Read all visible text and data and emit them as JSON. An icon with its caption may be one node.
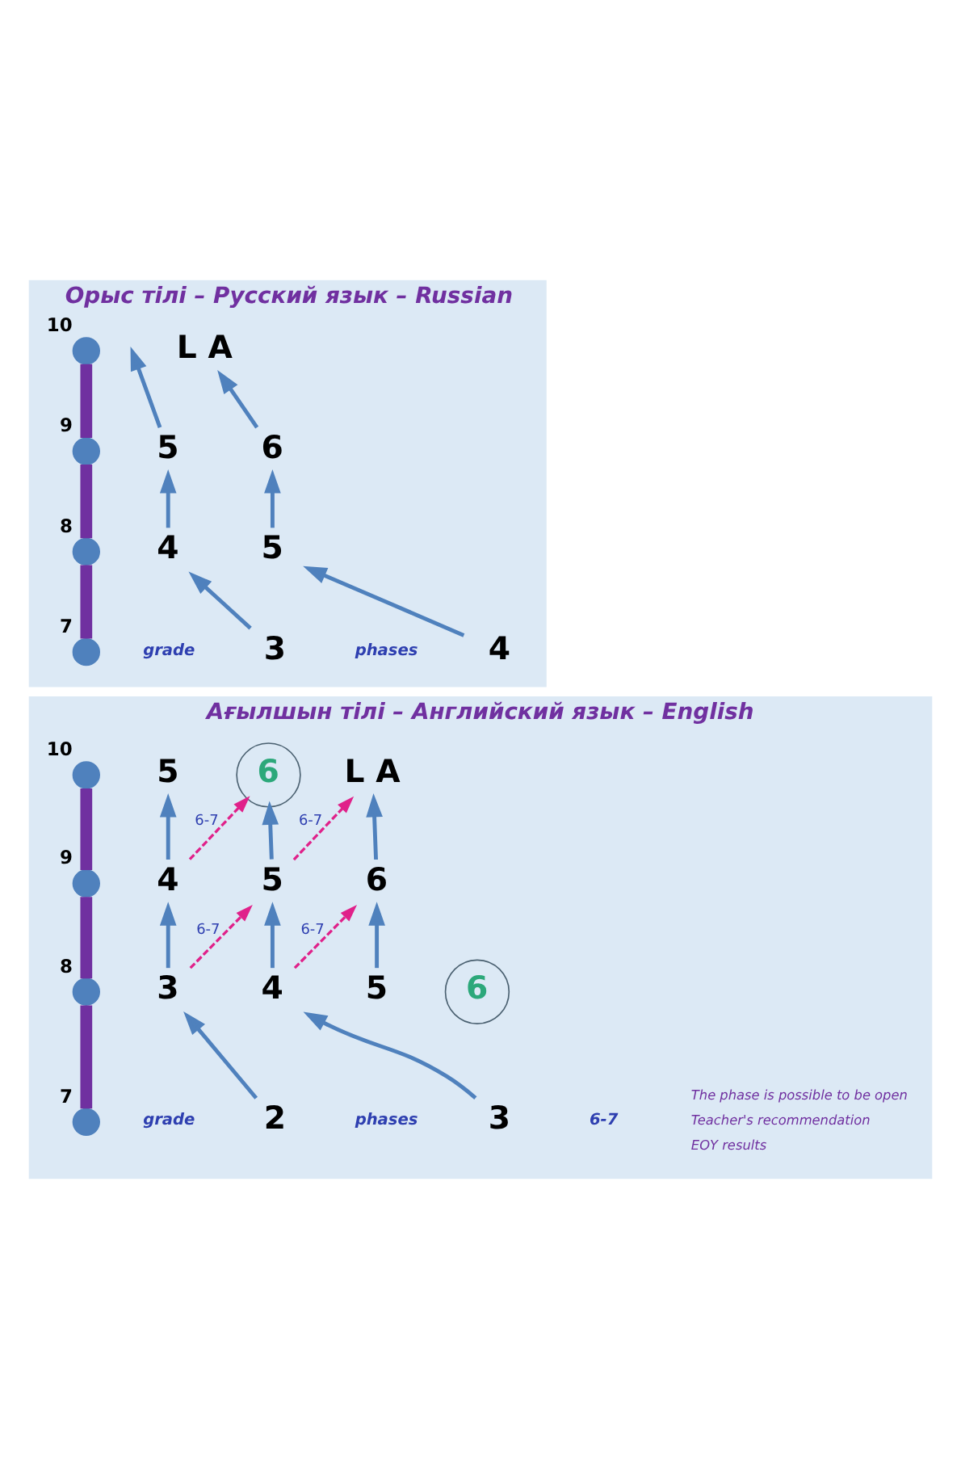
{
  "diagram": {
    "nodes": [
      {
        "text": [
          "Орыс тілі – Русский язык – Russian"
        ]
      },
      {
        "text": [],
        "shape": "circle",
        "beside": [
          "10"
        ],
        "in": 0
      },
      {
        "text": [],
        "shape": "circle",
        "beside": [
          "9"
        ],
        "in": 0
      },
      {
        "text": [],
        "shape": "circle",
        "beside": [
          "8"
        ],
        "in": 0
      },
      {
        "text": [],
        "shape": "circle",
        "beside": [
          "7"
        ],
        "in": 0
      },
      {
        "text": [
          "L A"
        ],
        "in": 0
      },
      {
        "text": [
          "5"
        ],
        "in": 0
      },
      {
        "text": [
          "6"
        ],
        "in": 0
      },
      {
        "text": [
          "4"
        ],
        "in": 0
      },
      {
        "text": [
          "5"
        ],
        "in": 0
      },
      {
        "text": [
          "3"
        ],
        "in": 0
      },
      {
        "text": [
          "4"
        ],
        "in": 0
      },
      {
        "text": [
          "Ағылшын тілі – Английский язык – English"
        ]
      },
      {
        "text": [],
        "shape": "circle",
        "beside": [
          "10"
        ],
        "in": 12
      },
      {
        "text": [],
        "shape": "circle",
        "beside": [
          "9"
        ],
        "in": 12
      },
      {
        "text": [],
        "shape": "circle",
        "beside": [
          "8"
        ],
        "in": 12
      },
      {
        "text": [],
        "shape": "circle",
        "beside": [
          "7"
        ],
        "in": 12
      },
      {
        "text": [
          "5"
        ],
        "in": 12
      },
      {
        "text": [
          "6"
        ],
        "in": 12
      },
      {
        "text": [
          "L A"
        ],
        "in": 12
      },
      {
        "text": [
          "4"
        ],
        "in": 12
      },
      {
        "text": [
          "5"
        ],
        "in": 12
      },
      {
        "text": [
          "6"
        ],
        "in": 12
      },
      {
        "text": [
          "3"
        ],
        "in": 12
      },
      {
        "text": [
          "4"
        ],
        "in": 12
      },
      {
        "text": [
          "5"
        ],
        "in": 12
      },
      {
        "text": [
          "2"
        ],
        "in": 12
      },
      {
        "text": [
          "3"
        ],
        "in": 12
      },
      {
        "text": [
          "6"
        ],
        "in": 12
      }
    ],
    "edges": [
      {
        "from": 4,
        "to": 3,
        "arrow": "none",
        "style": "thick",
        "color": "#7030a0"
      },
      {
        "from": 3,
        "to": 2,
        "arrow": "none",
        "style": "thick",
        "color": "#7030a0"
      },
      {
        "from": 2,
        "to": 1,
        "arrow": "none",
        "style": "thick",
        "color": "#7030a0"
      },
      {
        "from": 10,
        "to": 8,
        "arrow": "to"
      },
      {
        "from": 11,
        "to": 9,
        "arrow": "to"
      },
      {
        "from": 8,
        "to": 6,
        "arrow": "to"
      },
      {
        "from": 9,
        "to": 7,
        "arrow": "to"
      },
      {
        "from": 6,
        "to": null,
        "arrow": "to"
      },
      {
        "from": 7,
        "to": 5,
        "arrow": "to"
      },
      {
        "from": 16,
        "to": 15,
        "arrow": "none",
        "style": "thick",
        "color": "#7030a0"
      },
      {
        "from": 15,
        "to": 14,
        "arrow": "none",
        "style": "thick",
        "color": "#7030a0"
      },
      {
        "from": 14,
        "to": 13,
        "arrow": "none",
        "style": "thick",
        "color": "#7030a0"
      },
      {
        "from": 26,
        "to": 23,
        "arrow": "to"
      },
      {
        "from": 27,
        "to": 24,
        "arrow": "to"
      },
      {
        "from": 23,
        "to": 20,
        "arrow": "to"
      },
      {
        "from": 24,
        "to": 21,
        "arrow": "to"
      },
      {
        "from": 25,
        "to": 22,
        "arrow": "to"
      },
      {
        "from": 20,
        "to": 17,
        "arrow": "to"
      },
      {
        "from": 21,
        "to": 18,
        "arrow": "to"
      },
      {
        "from": 22,
        "to": 19,
        "arrow": "to"
      },
      {
        "from": 23,
        "to": 21,
        "arrow": "to",
        "label": "6-7",
        "style": "dashed",
        "color": "#e0218a"
      },
      {
        "from": 24,
        "to": 22,
        "arrow": "to",
        "label": "6-7",
        "style": "dashed",
        "color": "#e0218a"
      },
      {
        "from": 20,
        "to": 18,
        "arrow": "to",
        "label": "6-7",
        "style": "dashed",
        "color": "#e0218a"
      },
      {
        "from": 21,
        "to": 19,
        "arrow": "to",
        "label": "6-7",
        "style": "dashed",
        "color": "#e0218a"
      }
    ],
    "labels": [
      "grade",
      "phases",
      "grade",
      "phases",
      "6-7"
    ],
    "legend": [
      {
        "text": "The phase is possible to be open"
      },
      {
        "text": "Teacher's recommendation"
      },
      {
        "text": "EOY results"
      }
    ]
  }
}
